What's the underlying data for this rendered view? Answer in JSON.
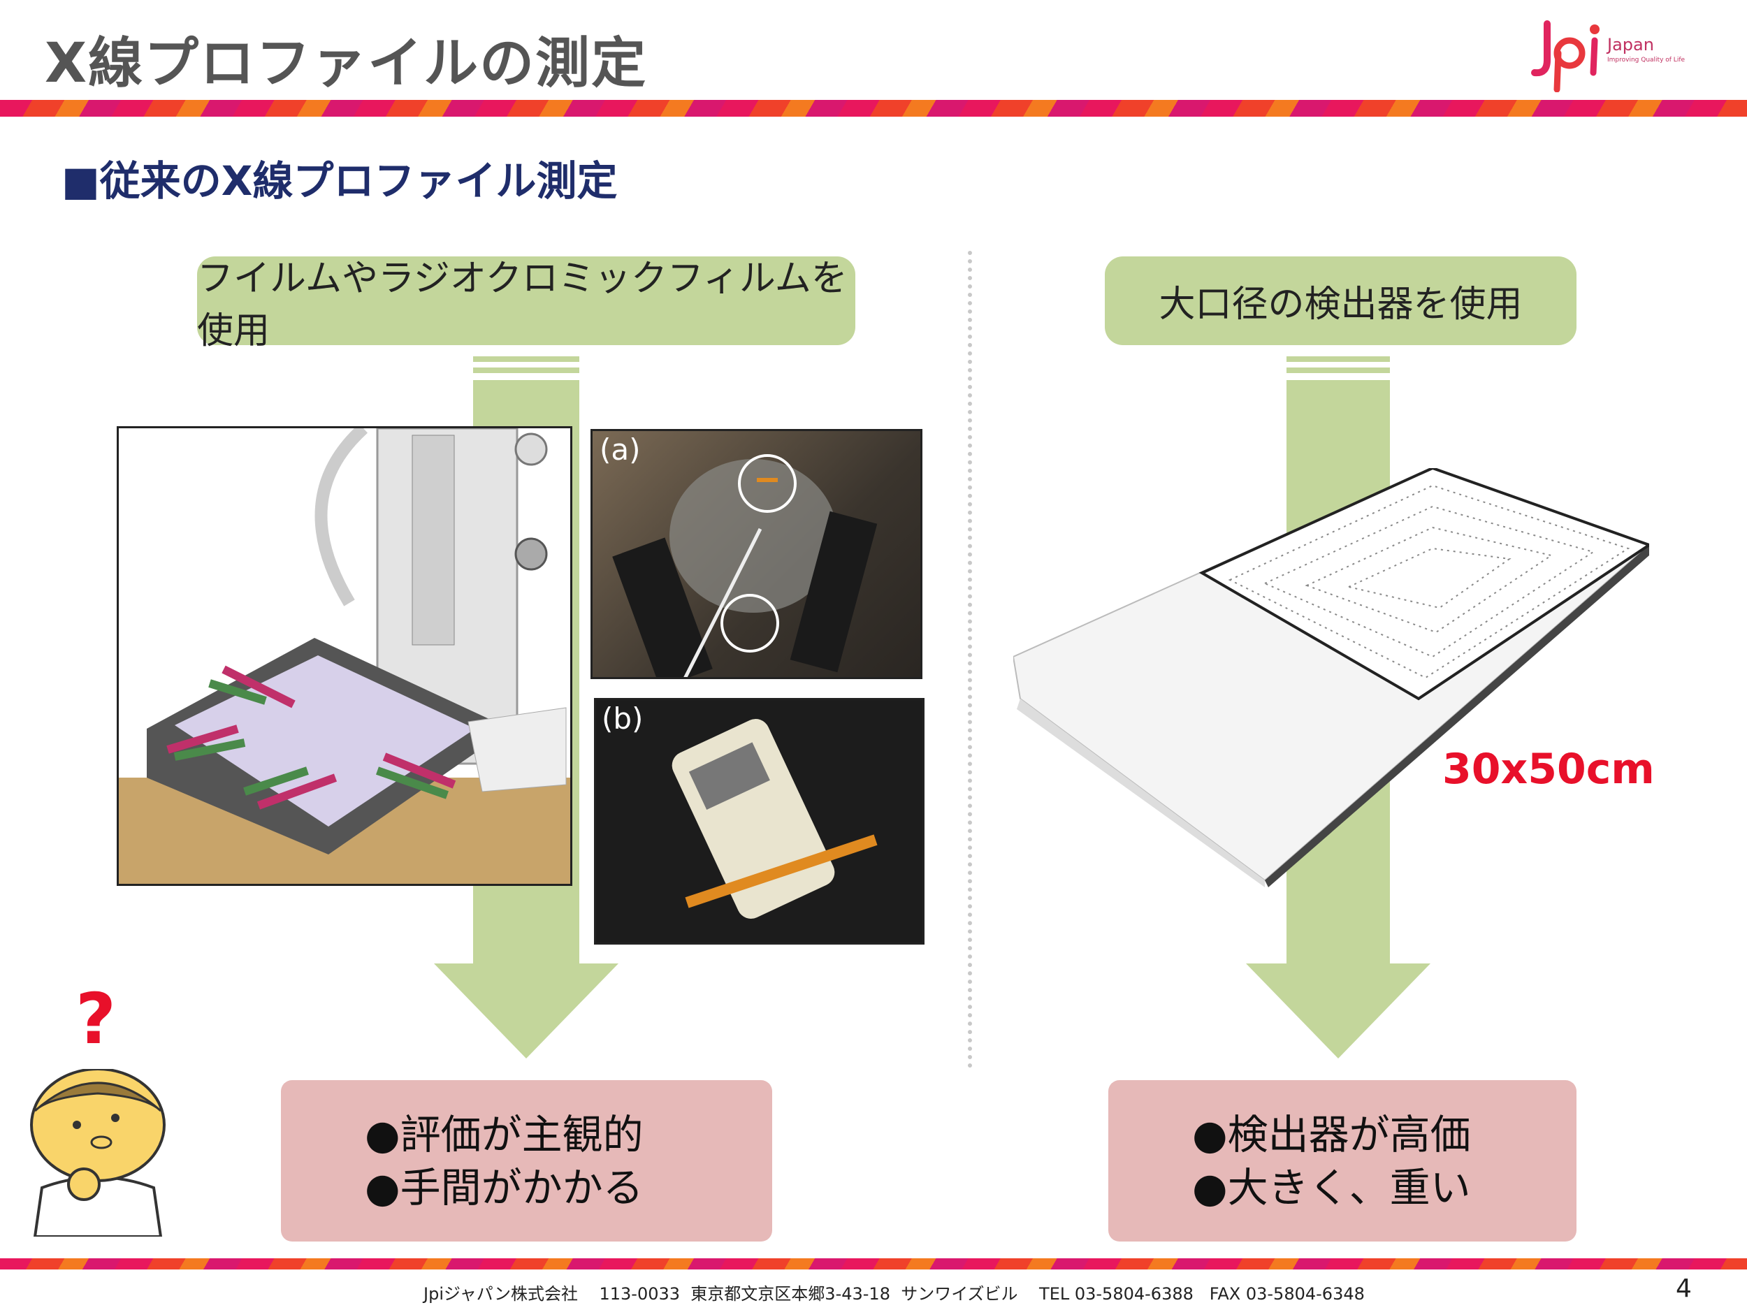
{
  "header": {
    "title": "X線プロファイルの測定",
    "logo": {
      "brand": "Jpi",
      "name": "Japan",
      "tagline": "Improving Quality of Life"
    }
  },
  "section_heading": "■従来のX線プロファイル測定",
  "left": {
    "method": "フイルムやラジオクロミックフィルムを使用",
    "photo_a_label": "(a)",
    "photo_b_label": "(b)",
    "issues": [
      "●評価が主観的",
      "●手間がかかる"
    ]
  },
  "right": {
    "method": "大口径の検出器を使用",
    "size_label": "30x50cm",
    "issues": [
      "●検出器が高価",
      "●大きく、重い"
    ]
  },
  "question_mark": "?",
  "footer": {
    "company": "Jpiジャパン株式会社",
    "address": "113-0033  東京都文京区本郷3-43-18  サンワイズビル",
    "tel": "TEL 03-5804-6388",
    "fax": "FAX 03-5804-6348",
    "page": "4"
  },
  "colors": {
    "green": "#c3d69b",
    "pink": "#e6b9b8",
    "navy": "#1f2d6b",
    "red": "#e8102a"
  }
}
